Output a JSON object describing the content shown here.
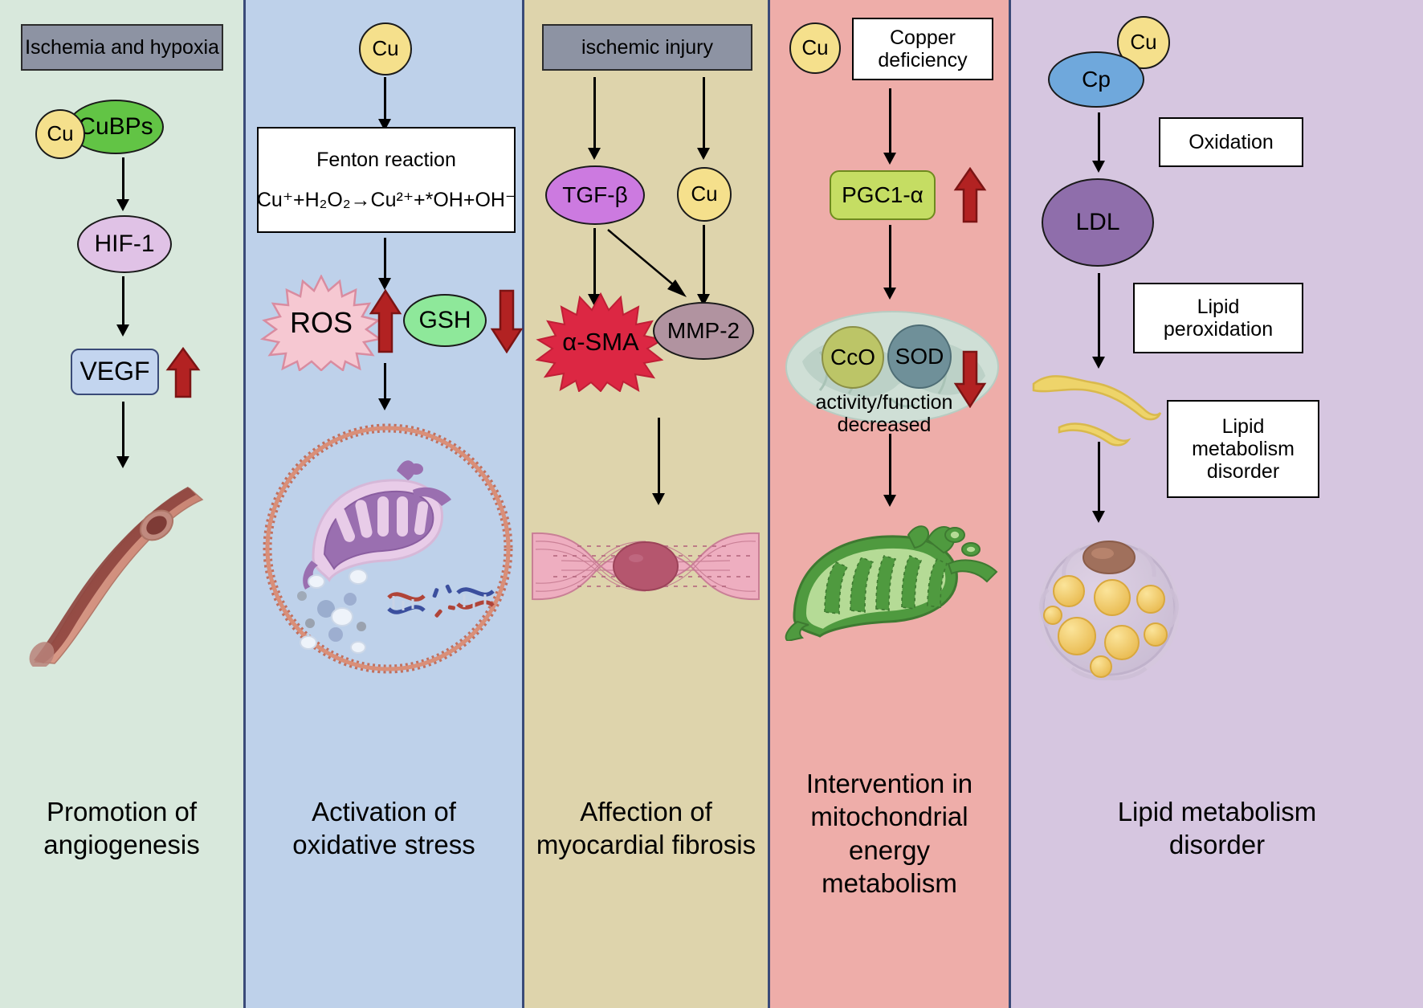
{
  "figure": {
    "type": "biological-pathway-diagram",
    "panel_count": 5
  },
  "panels": [
    {
      "id": "panel-angiogenesis",
      "background_color": "#d8e8dc",
      "caption": "Promotion of\nangiogenesis",
      "caption_line1": "Promotion of",
      "caption_line2": "angiogenesis",
      "nodes": {
        "trigger": "Ischemia and hypoxia",
        "copper": "Cu",
        "binding_protein": "CuBPs",
        "transcription_factor": "HIF-1",
        "growth_factor": "VEGF"
      },
      "indicators": [
        {
          "target": "VEGF",
          "direction": "up",
          "color": "#b22222"
        }
      ],
      "illustration": "blood-vessel"
    },
    {
      "id": "panel-oxidative-stress",
      "background_color": "#bed1ea",
      "caption_line1": "Activation of",
      "caption_line2": "oxidative stress",
      "nodes": {
        "copper": "Cu",
        "reaction_title": "Fenton reaction",
        "reaction_equation": "Cu⁺+H₂O₂→Cu²⁺+*OH+OH⁻",
        "ros": "ROS",
        "gsh": "GSH"
      },
      "indicators": [
        {
          "target": "ROS",
          "direction": "up",
          "color": "#b22222"
        },
        {
          "target": "GSH",
          "direction": "down",
          "color": "#b22222"
        }
      ],
      "illustration": "damaged-cell-with-mitochondrion-and-dna"
    },
    {
      "id": "panel-myocardial-fibrosis",
      "background_color": "#ded4ac",
      "caption_line1": "Affection of",
      "caption_line2": "myocardial fibrosis",
      "nodes": {
        "trigger": "ischemic injury",
        "tgf_beta": "TGF-β",
        "copper": "Cu",
        "alpha_sma": "α-SMA",
        "mmp2": "MMP-2"
      },
      "indicators": [],
      "illustration": "myofibroblast"
    },
    {
      "id": "panel-mitochondrial-energy",
      "background_color": "#eeada9",
      "caption_line1": "Intervention in",
      "caption_line2": "mitochondrial energy",
      "caption_line3": "metabolism",
      "nodes": {
        "copper": "Cu",
        "condition": "Copper deficiency",
        "condition_line1": "Copper",
        "condition_line2": "deficiency",
        "regulator": "PGC1-α",
        "enzyme_1": "CcO",
        "enzyme_2": "SOD",
        "status_line1": "activity/function",
        "status_line2": "decreased"
      },
      "indicators": [
        {
          "target": "PGC1-α",
          "direction": "up",
          "color": "#b22222"
        },
        {
          "target": "mitochondrion",
          "direction": "down",
          "color": "#b22222"
        }
      ],
      "illustration": "green-mitochondrion"
    },
    {
      "id": "panel-lipid-metabolism",
      "background_color": "#d6c6e0",
      "caption_line1": "Lipid metabolism",
      "caption_line2": "disorder",
      "nodes": {
        "copper": "Cu",
        "ceruloplasmin": "Cp",
        "process_1": "Oxidation",
        "lipoprotein": "LDL",
        "process_2_line1": "Lipid",
        "process_2_line2": "peroxidation",
        "process_3_line1": "Lipid",
        "process_3_line2": "metabolism",
        "process_3_line3": "disorder"
      },
      "indicators": [],
      "illustration": "foam-cell"
    }
  ],
  "colors": {
    "copper_yellow": "#f5e08c",
    "cubps_green": "#62c445",
    "hif_purple": "#e0c2e6",
    "vegf_blue": "#c3d5ef",
    "tgf_magenta": "#cc7ae0",
    "mmp_mauve": "#b193a0",
    "asma_red": "#dc2743",
    "ros_pink": "#f6c8d2",
    "gsh_green": "#8ee89a",
    "pgc_lime": "#c5dd63",
    "cp_blue": "#6fa8dc",
    "ldl_purple": "#8f6eab",
    "cco_olive": "#bcc567",
    "sod_teal": "#6f9099",
    "arrow_red": "#b22222",
    "grey_box": "#8d93a3",
    "panel_border": "#3a4a78"
  }
}
